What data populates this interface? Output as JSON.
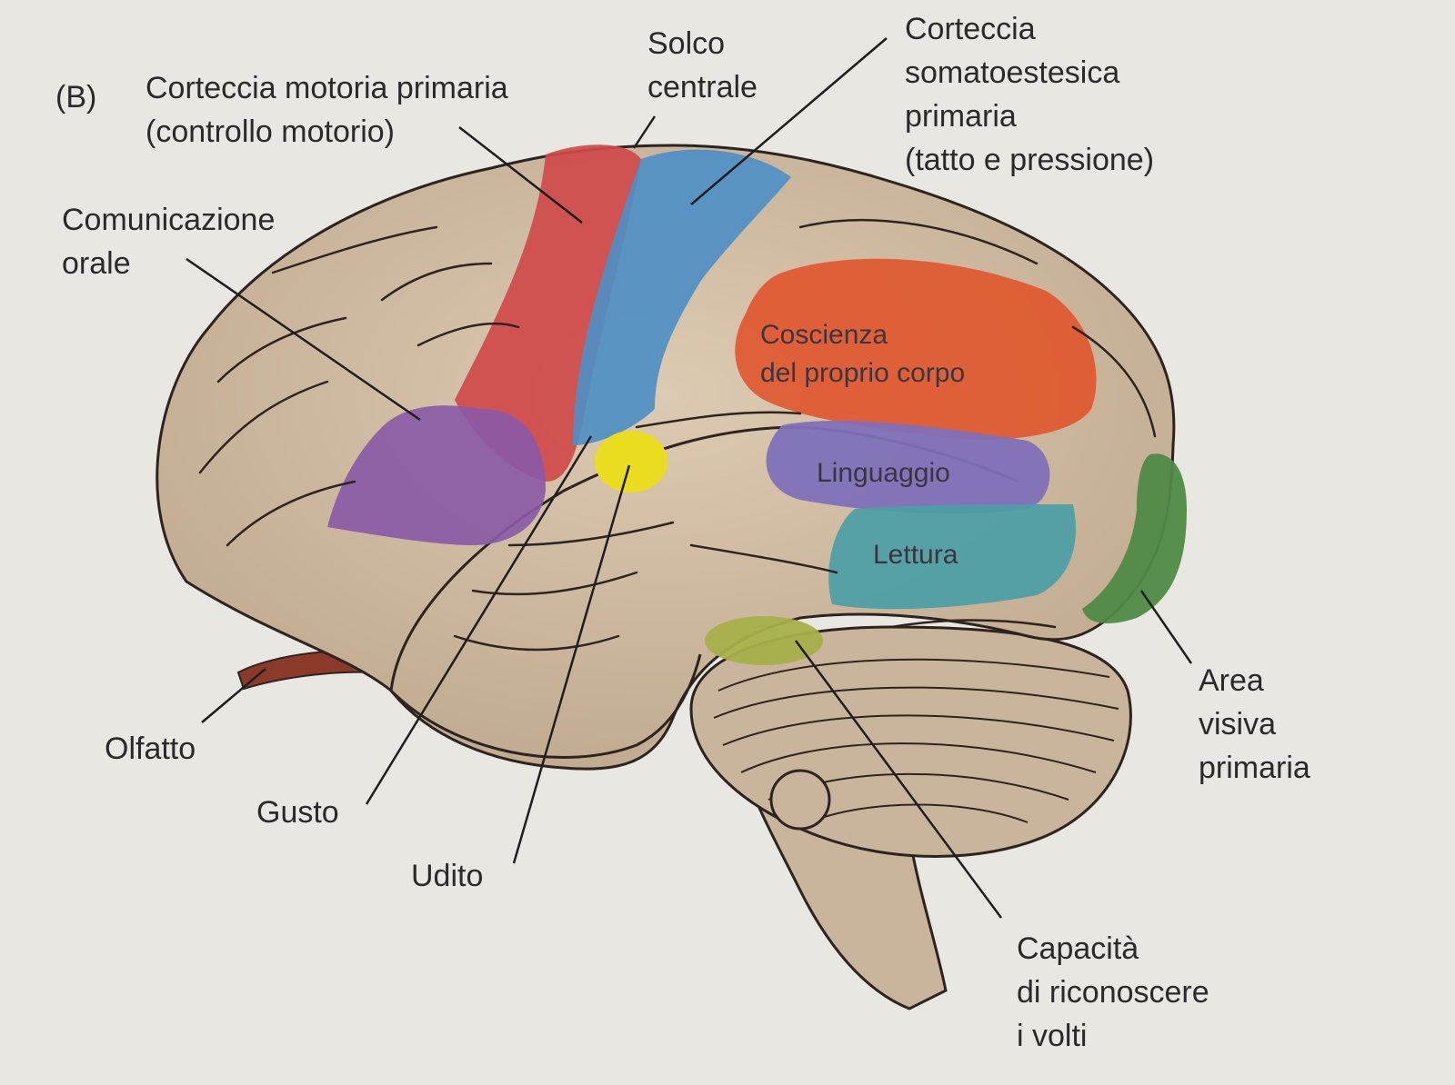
{
  "panel_letter": "(B)",
  "labels": {
    "motor": [
      "Corteccia motoria primaria",
      "(controllo motorio)"
    ],
    "sulcus": [
      "Solco",
      "centrale"
    ],
    "somato": [
      "Corteccia",
      "somatoestesica",
      "primaria",
      "(tatto e pressione)"
    ],
    "speech": [
      "Comunicazione",
      "orale"
    ],
    "olfaction": "Olfatto",
    "taste": "Gusto",
    "hearing": "Udito",
    "faces": [
      "Capacità",
      "di riconoscere",
      "i volti"
    ],
    "visual": [
      "Area",
      "visiva",
      "primaria"
    ],
    "body_awareness": [
      "Coscienza",
      "del proprio corpo"
    ],
    "language": "Linguaggio",
    "reading": "Lettura"
  },
  "colors": {
    "background": "#e9e7e2",
    "brain": "#cdbba3",
    "motor": "#cf4a4a",
    "somato": "#4f8fc4",
    "speech": "#8a5aa6",
    "hearing": "#eadc1e",
    "body_awareness": "#e0582f",
    "language": "#7f70b8",
    "reading": "#4b9ea6",
    "visual": "#4f8a45",
    "faces": "#a7b04a",
    "olfactory": "#8b3a2a"
  }
}
